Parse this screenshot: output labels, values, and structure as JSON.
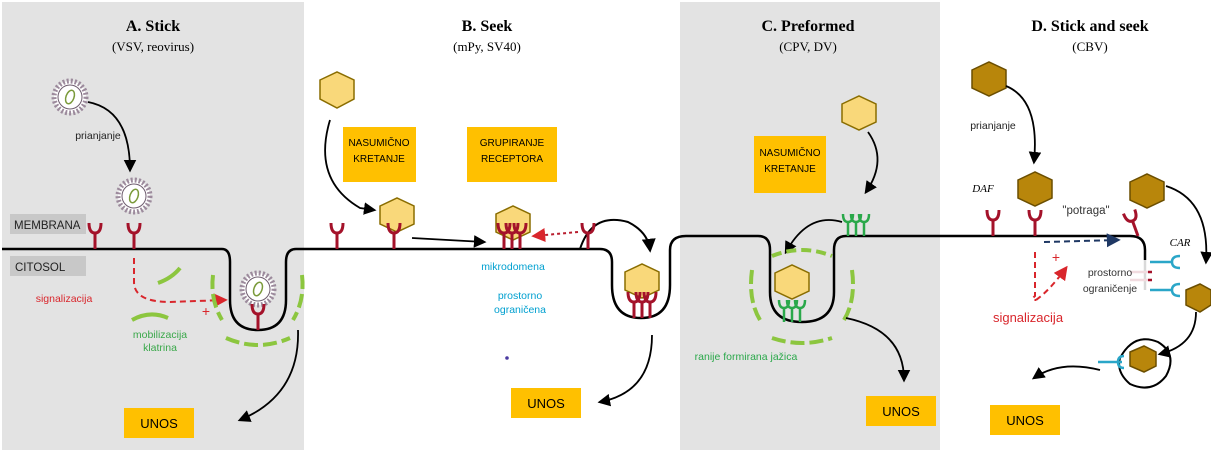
{
  "panels": {
    "a": {
      "title": "A. Stick",
      "subtitle": "(VSV, reovirus)"
    },
    "b": {
      "title": "B. Seek",
      "subtitle": "(mPy, SV40)"
    },
    "c": {
      "title": "C. Preformed",
      "subtitle": "(CPV, DV)"
    },
    "d": {
      "title": "D. Stick and seek",
      "subtitle": "(CBV)"
    }
  },
  "labels": {
    "membrane": "MEMBRANA",
    "cytosol": "CITOSOL",
    "attachment_a": "prianjanje",
    "signaling_a": "signalizacija",
    "clathrin_line1": "mobilizacija",
    "clathrin_line2": "klatrina",
    "plus_a": "+",
    "uptake_a": "UNOS",
    "random_move_b_line1": "NASUMIČNO",
    "random_move_b_line2": "KRETANJE",
    "receptor_cluster_line1": "GRUPIRANJE",
    "receptor_cluster_line2": "RECEPTORA",
    "microdomain": "mikrodomena",
    "spatial_limited_line1": "prostorno",
    "spatial_limited_line2": "ograničena",
    "uptake_b": "UNOS",
    "random_move_c_line1": "NASUMIČNO",
    "random_move_c_line2": "KRETANJE",
    "preformed_pit": "ranije formirana jažica",
    "uptake_c": "UNOS",
    "attachment_d": "prianjanje",
    "daf": "DAF",
    "seek_quote": "\"potraga\"",
    "car": "CAR",
    "spatial_limit_d_line1": "prostorno",
    "spatial_limit_d_line2": "ograničenje",
    "plus_d": "+",
    "signaling_d": "signalizacija",
    "uptake_d": "UNOS"
  },
  "colors": {
    "panel_gray": "#e3e3e3",
    "label_box_gray": "#c8c8c8",
    "virus_fill": "#f9d87a",
    "virus_stroke": "#8a6d00",
    "cbv_fill": "#b8860b",
    "cbv_stroke": "#6b4e00",
    "receptor_red": "#a4122a",
    "clathrin_green": "#8cc63f",
    "dark_green": "#2aa84a",
    "car_blue": "#2aa6c8",
    "signal_red": "#d9262c",
    "note_box": "#ffc000",
    "text_blue": "#00a0d0",
    "arrow_navy": "#1f3864"
  }
}
